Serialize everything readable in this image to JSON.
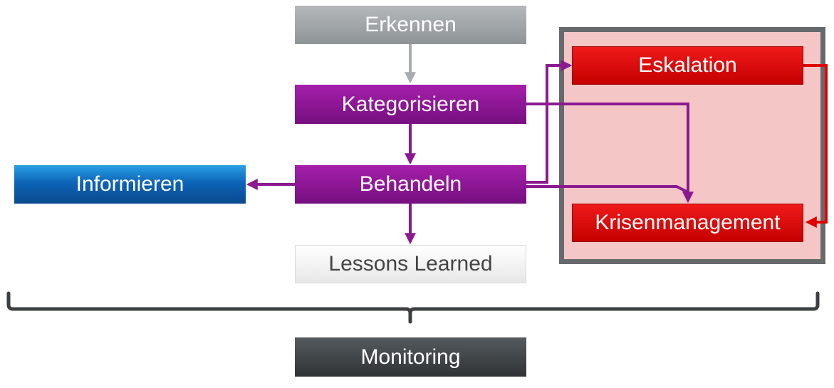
{
  "nodes": {
    "erkennen": "Erkennen",
    "kategorisieren": "Kategorisieren",
    "behandeln": "Behandeln",
    "informieren": "Informieren",
    "lessons_learned": "Lessons Learned",
    "eskalation": "Eskalation",
    "krisenmanagement": "Krisenmanagement",
    "monitoring": "Monitoring"
  },
  "colors": {
    "gray": "#9ea3a6",
    "purple": "#8b1a91",
    "blue": "#0d64b8",
    "red": "#e00000",
    "dark": "#3c4043",
    "frame_border": "#666a6c",
    "frame_fill": "#f4c6c6"
  }
}
